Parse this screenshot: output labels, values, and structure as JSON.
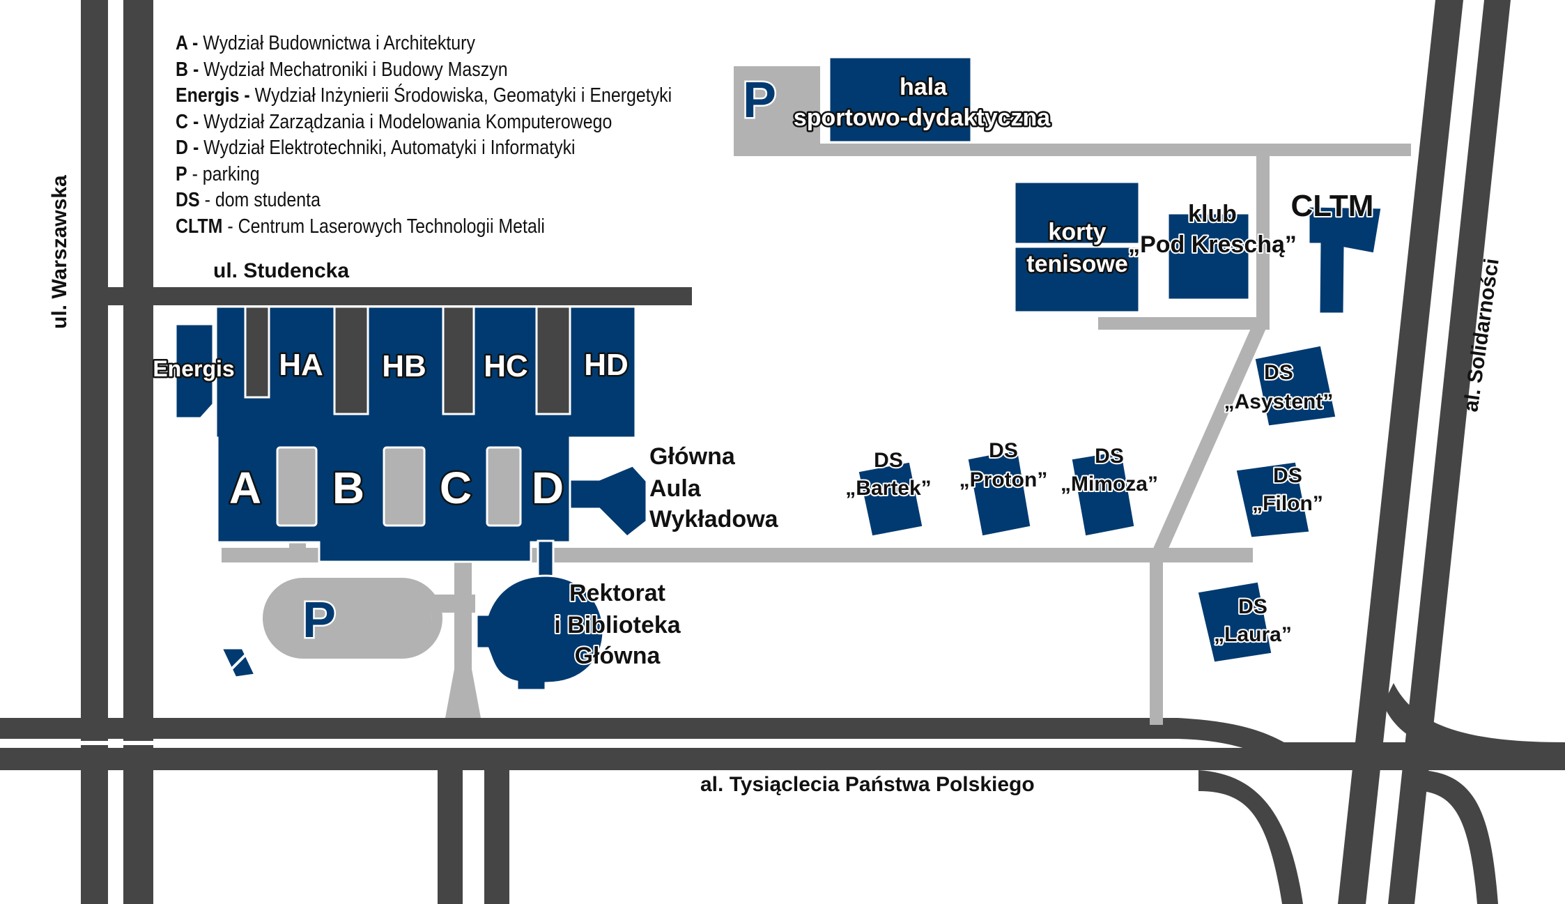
{
  "legend": [
    {
      "key": "A -",
      "text": " Wydział Budownictwa i Architektury"
    },
    {
      "key": "B -",
      "text": " Wydział Mechatroniki i Budowy Maszyn"
    },
    {
      "key": "Energis -",
      "text": " Wydział Inżynierii Środowiska, Geomatyki i Energetyki"
    },
    {
      "key": "C -",
      "text": " Wydział Zarządzania i Modelowania Komputerowego"
    },
    {
      "key": "D -",
      "text": " Wydział Elektrotechniki, Automatyki i Informatyki"
    },
    {
      "key": "P",
      "text": " - parking"
    },
    {
      "key": "DS",
      "text": " - dom studenta"
    },
    {
      "key": "CLTM",
      "text": " - Centrum Laserowych Technologii Metali"
    }
  ],
  "streets": {
    "warszawska": "ul. Warszawska",
    "studencka": "ul. Studencka",
    "tysiaclecia": "al. Tysiąclecia Państwa Polskiego",
    "solidarnosci": "al. Solidarności"
  },
  "buildings": {
    "energis": "Energis",
    "ha": "HA",
    "hb": "HB",
    "hc": "HC",
    "hd": "HD",
    "a": "A",
    "b": "B",
    "c": "C",
    "d": "D",
    "aula": [
      "Główna",
      "Aula",
      "Wykładowa"
    ],
    "rektorat": [
      "Rektorat",
      "i Biblioteka",
      "Główna"
    ],
    "hala": [
      "hala",
      "sportowo-dydaktyczna"
    ],
    "korty": [
      "korty",
      "tenisowe"
    ],
    "klub": [
      "klub",
      "„Pod Kreschą”"
    ],
    "cltm": "CLTM",
    "parking": "P"
  },
  "dormitories": [
    {
      "prefix": "DS",
      "name": "„Bartek”"
    },
    {
      "prefix": "DS",
      "name": "„Proton”"
    },
    {
      "prefix": "DS",
      "name": "„Mimoza”"
    },
    {
      "prefix": "DS",
      "name": "„Asystent”"
    },
    {
      "prefix": "DS",
      "name": "„Filon”"
    },
    {
      "prefix": "DS",
      "name": "„Laura”"
    }
  ],
  "colors": {
    "road": "#454545",
    "path": "#b2b2b2",
    "building": "#003a70",
    "background": "#ffffff"
  }
}
